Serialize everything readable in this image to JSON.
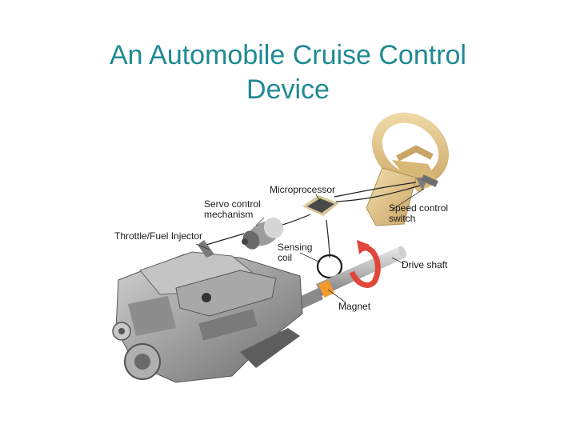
{
  "title": {
    "line1": "An Automobile Cruise Control",
    "line2": "Device"
  },
  "labels": {
    "microprocessor": "Microprocessor",
    "servo_line1": "Servo control",
    "servo_line2": "mechanism",
    "throttle": "Throttle/Fuel Injector",
    "speed_line1": "Speed control",
    "speed_line2": "switch",
    "sensing_line1": "Sensing",
    "sensing_line2": "coil",
    "drive_shaft": "Drive shaft",
    "magnet": "Magnet"
  },
  "colors": {
    "title": "#1f8a93",
    "steering": "#e6c98a",
    "engine": "#9a9a9a",
    "rotation_arrow": "#e0473a",
    "magnet": "#f29a2e"
  }
}
